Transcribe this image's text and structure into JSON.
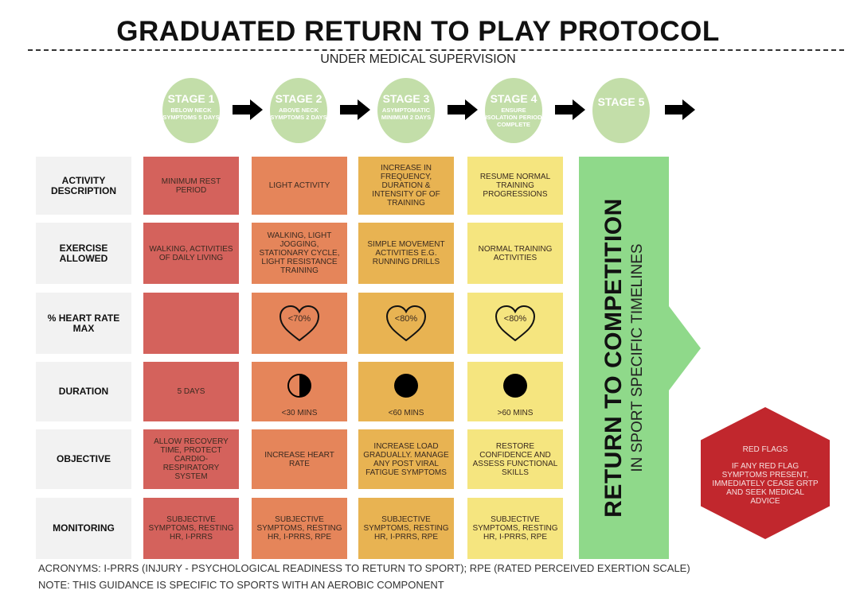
{
  "title": "GRADUATED RETURN TO PLAY PROTOCOL",
  "subtitle": "UNDER MEDICAL SUPERVISION",
  "stages": [
    {
      "name": "STAGE 1",
      "desc": "BELOW NECK SYMPTOMS 5 DAYS"
    },
    {
      "name": "STAGE 2",
      "desc": "ABOVE NECK SYMPTOMS 2 DAYS"
    },
    {
      "name": "STAGE 3",
      "desc": "ASYMPTOMATIC MINIMUM 2 DAYS"
    },
    {
      "name": "STAGE 4",
      "desc": "ENSURE ISOLATION PERIOD COMPLETE"
    },
    {
      "name": "STAGE 5",
      "desc": ""
    }
  ],
  "rows": [
    {
      "label": "ACTIVITY DESCRIPTION",
      "cells": [
        "MINIMUM REST PERIOD",
        "LIGHT ACTIVITY",
        "INCREASE IN FREQUENCY, DURATION & INTENSITY OF OF TRAINING",
        "RESUME NORMAL TRAINING PROGRESSIONS"
      ]
    },
    {
      "label": "EXERCISE ALLOWED",
      "cells": [
        "WALKING, ACTIVITIES OF DAILY LIVING",
        "WALKING, LIGHT JOGGING, STATIONARY CYCLE, LIGHT RESISTANCE TRAINING",
        "SIMPLE MOVEMENT ACTIVITIES E.G. RUNNING DRILLS",
        "NORMAL TRAINING ACTIVITIES"
      ]
    },
    {
      "label": "% HEART RATE MAX",
      "cells": [
        "",
        "<70%",
        "<80%",
        "<80%"
      ]
    },
    {
      "label": "DURATION",
      "cells": [
        "5 DAYS",
        "<30 MINS",
        "<60 MINS",
        ">60 MINS"
      ]
    },
    {
      "label": "OBJECTIVE",
      "cells": [
        "ALLOW RECOVERY TIME, PROTECT CARDIO-RESPIRATORY SYSTEM",
        "INCREASE HEART RATE",
        "INCREASE LOAD GRADUALLY. MANAGE ANY POST VIRAL FATIGUE SYMPTOMS",
        "RESTORE CONFIDENCE AND ASSESS FUNCTIONAL SKILLS"
      ]
    },
    {
      "label": "MONITORING",
      "cells": [
        "SUBJECTIVE SYMPTOMS, RESTING HR, I-PRRS",
        "SUBJECTIVE SYMPTOMS, RESTING HR, I-PRRS, RPE",
        "SUBJECTIVE SYMPTOMS, RESTING HR, I-PRRS, RPE",
        "SUBJECTIVE SYMPTOMS, RESTING HR, I-PRRS, RPE"
      ]
    }
  ],
  "stage5": {
    "main": "RETURN TO COMPETITION",
    "sub": "IN SPORT SPECIFIC TIMELINES"
  },
  "red_flags": {
    "title": "RED FLAGS",
    "text": "IF ANY RED FLAG SYMPTOMS PRESENT, IMMEDIATELY CEASE GRTP AND SEEK MEDICAL ADVICE"
  },
  "footer": {
    "acronyms": "ACRONYMS: I-PRRS (INJURY - PSYCHOLOGICAL READINESS TO RETURN TO SPORT); RPE (RATED PERCEIVED EXERTION SCALE)",
    "note": "NOTE: THIS GUIDANCE IS SPECIFIC TO SPORTS WITH AN AEROBIC COMPONENT"
  },
  "colors": {
    "stage1": "#d4625c",
    "stage2": "#e5855a",
    "stage3": "#e8b352",
    "stage4": "#f5e57f",
    "stage5": "#8fd98a",
    "red_flag": "#c1272d",
    "circle": "#c3dea9"
  },
  "duration_icons": [
    "",
    "half-circle",
    "full-circle",
    "full-circle"
  ]
}
